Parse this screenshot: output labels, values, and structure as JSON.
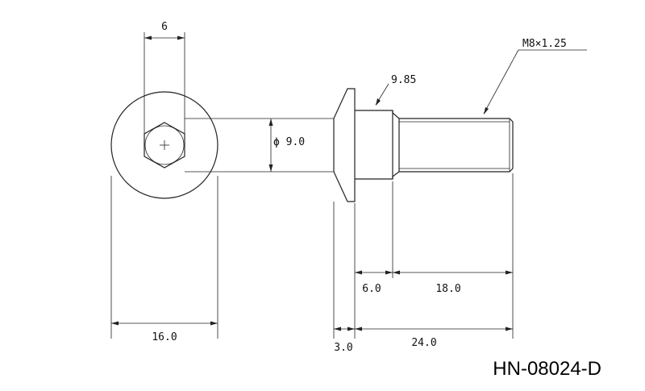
{
  "drawing": {
    "part_code": "HN-08024-D",
    "dimensions": {
      "hex_socket": "6",
      "thread_spec": "M8×1.25",
      "neck_dia": "9.85",
      "shank_dia": "ϕ 9.0",
      "head_dia": "16.0",
      "shank_len": "6.0",
      "thread_len": "18.0",
      "head_thk": "3.0",
      "total_len": "24.0"
    },
    "colors": {
      "line": "#222222",
      "text": "#111111",
      "background": "#ffffff"
    }
  }
}
